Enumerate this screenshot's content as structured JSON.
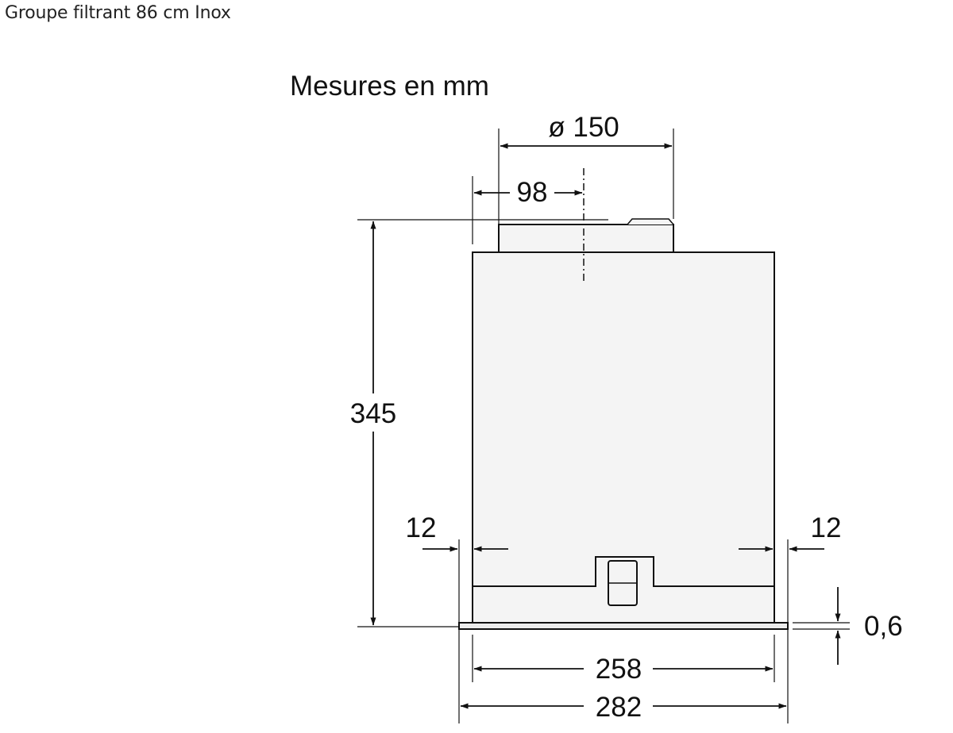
{
  "product_title": "Groupe filtrant 86 cm Inox",
  "drawing": {
    "units_caption": "Mesures en mm",
    "dimensions": {
      "duct_diameter": "ø 150",
      "duct_offset": "98",
      "height": "345",
      "side_left": "12",
      "side_right": "12",
      "panel_thickness": "0,6",
      "inner_width": "258",
      "outer_width": "282"
    }
  },
  "colors": {
    "line": "#111111",
    "fill": "#f4f4f4",
    "title": "#222222"
  }
}
